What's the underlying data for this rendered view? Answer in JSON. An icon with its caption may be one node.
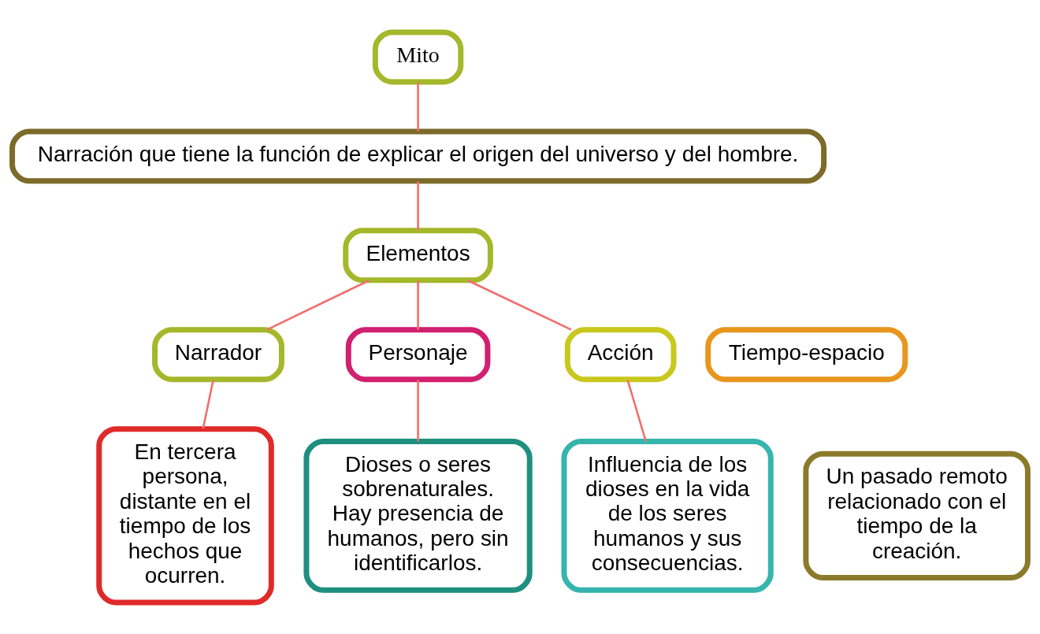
{
  "diagram": {
    "nodes": [
      {
        "text": [
          "Mito"
        ]
      },
      {
        "text": [
          "Narración que tiene la función de explicar el origen del universo y del hombre."
        ]
      },
      {
        "text": [
          "Elementos"
        ]
      },
      {
        "text": [
          "Narrador"
        ]
      },
      {
        "text": [
          "Personaje"
        ]
      },
      {
        "text": [
          "Tiempo-espacio"
        ]
      },
      {
        "text": [
          "Acción"
        ]
      },
      {
        "text": [
          "En tercera persona, distante en el tiempo de los hechos que ocurren."
        ]
      },
      {
        "text": [
          "Dioses o seres sobrenaturales. Hay presencia de humanos, pero sin identificarlos."
        ]
      },
      {
        "text": [
          "Un pasado remoto relacionado con el tiempo de la creación."
        ]
      },
      {
        "text": [
          "Influencia de los dioses en la vida de los seres humanos y sus consecuencias."
        ]
      }
    ],
    "edges": [
      {
        "from": 0,
        "to": 1,
        "arrow": "none"
      },
      {
        "from": 1,
        "to": 2,
        "arrow": "none"
      },
      {
        "from": 2,
        "to": 3,
        "arrow": "none"
      },
      {
        "from": 2,
        "to": 4,
        "arrow": "none"
      },
      {
        "from": 2,
        "to": 6,
        "arrow": "none"
      },
      {
        "from": 3,
        "to": 7,
        "arrow": "none"
      },
      {
        "from": 4,
        "to": 8,
        "arrow": "none"
      },
      {
        "from": 6,
        "to": 10,
        "arrow": "none"
      }
    ]
  }
}
